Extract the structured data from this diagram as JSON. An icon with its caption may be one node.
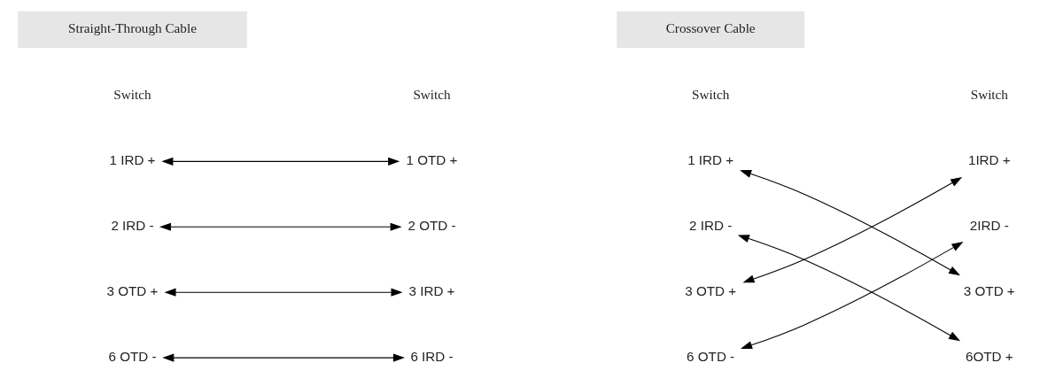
{
  "diagram": {
    "nodes": [
      {
        "text": [
          "1 IRD +"
        ]
      },
      {
        "text": [
          "1 OTD +"
        ]
      },
      {
        "text": [
          "1 IRD +"
        ]
      },
      {
        "text": [
          "1IRD +"
        ]
      },
      {
        "text": [
          "2 IRD -"
        ]
      },
      {
        "text": [
          "2 OTD -"
        ]
      },
      {
        "text": [
          "2 IRD -"
        ]
      },
      {
        "text": [
          "2IRD -"
        ]
      },
      {
        "text": [
          "3 OTD +"
        ]
      },
      {
        "text": [
          "3 IRD +"
        ]
      },
      {
        "text": [
          "3 OTD +"
        ]
      },
      {
        "text": [
          "3 OTD +"
        ]
      },
      {
        "text": [
          "6 OTD -"
        ]
      },
      {
        "text": [
          "6 IRD -"
        ]
      },
      {
        "text": [
          "6 OTD -"
        ]
      },
      {
        "text": [
          "6OTD +"
        ]
      }
    ],
    "edges": [
      {
        "from": 0,
        "to": 1,
        "arrow": "both"
      },
      {
        "from": 4,
        "to": 5,
        "arrow": "both"
      },
      {
        "from": 8,
        "to": 9,
        "arrow": "both"
      },
      {
        "from": 12,
        "to": 13,
        "arrow": "both"
      },
      {
        "from": 2,
        "to": 11,
        "arrow": "both"
      },
      {
        "from": 6,
        "to": 15,
        "arrow": "both"
      },
      {
        "from": 10,
        "to": 3,
        "arrow": "both"
      },
      {
        "from": 14,
        "to": 7,
        "arrow": "both"
      }
    ],
    "labels": [
      "Straight-Through Cable",
      "Crossover Cable",
      "Switch",
      "Switch",
      "Switch",
      "Switch"
    ]
  }
}
